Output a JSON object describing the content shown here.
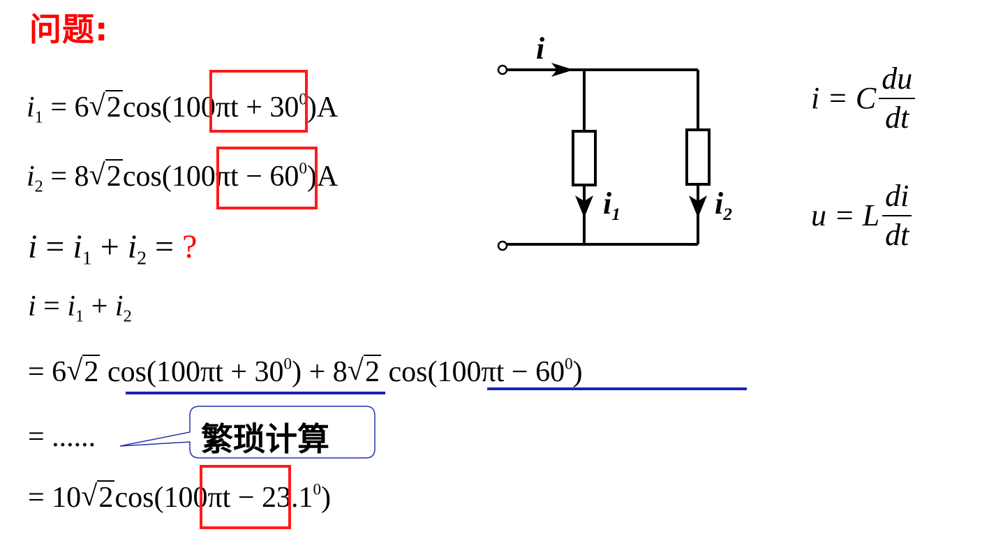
{
  "title": "问题:",
  "equations": {
    "i1": {
      "lhs": "i",
      "lhs_sub": "1",
      "eq": " = 6",
      "rad": "2",
      "cos_open": "cos(",
      "arg": "100πt",
      "op": " + 30",
      "deg": "0",
      "tail": ")A"
    },
    "i2": {
      "lhs": "i",
      "lhs_sub": "2",
      "eq": " = 8",
      "rad": "2",
      "cos_open": "cos(",
      "arg": "100πt",
      "op": " − 60",
      "deg": "0",
      "tail": ")A"
    },
    "question": {
      "i": "i",
      "eq": " = ",
      "i1": "i",
      "s1": "1",
      "plus": " + ",
      "i2": "i",
      "s2": "2",
      "eq2": " = ",
      "q": "?"
    },
    "sum": {
      "i": "i",
      "eq": " = ",
      "i1": "i",
      "s1": "1",
      "plus": " + ",
      "i2": "i",
      "s2": "2"
    },
    "expand": {
      "pre": "= 6",
      "rad1": "2",
      "term1": " cos(100πt + 30",
      "deg1": "0",
      "close1": ")",
      "mid": " + 8",
      "rad2": "2",
      "term2": " cos(100πt − 60",
      "deg2": "0",
      "close2": ")"
    },
    "dots": "= ......",
    "result": {
      "pre": "= 10",
      "rad": "2",
      "cos_open": "cos(",
      "arg": "100πt",
      "op": " − 23.1",
      "deg": "0",
      "tail": ")"
    }
  },
  "callout": {
    "text": "繁琐计算"
  },
  "circuit": {
    "i_label": "i",
    "i1_label": "i",
    "i1_sub": "1",
    "i2_label": "i",
    "i2_sub": "2"
  },
  "formulas": {
    "cap": {
      "lhs": "i = C",
      "num": "du",
      "den": "dt"
    },
    "ind": {
      "lhs": "u = L",
      "num": "di",
      "den": "dt"
    }
  },
  "colors": {
    "title": "#ff0000",
    "box": "#ff1a1a",
    "underline": "#1a22b8",
    "callout_border": "#2233aa"
  }
}
